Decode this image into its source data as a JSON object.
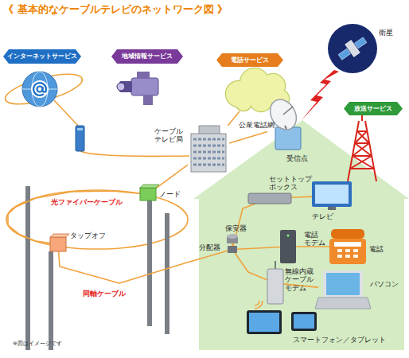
{
  "diagram": {
    "title": "《 基本的なケーブルテレビのネットワーク図 》",
    "nodes": [
      {
        "text": [
          "インターネットサービス"
        ]
      },
      {
        "text": [
          "地域情報サービス"
        ]
      },
      {
        "text": [
          "電話サービス"
        ]
      },
      {
        "text": [
          "衛星"
        ]
      },
      {
        "text": [
          "放送サービス"
        ]
      },
      {
        "text": [
          "公衆電話網"
        ]
      },
      {
        "text": [
          "ケーブル テレビ局"
        ]
      },
      {
        "text": [
          "受信点"
        ]
      },
      {
        "text": [
          "ノード"
        ]
      },
      {
        "text": [
          "タップオフ"
        ]
      },
      {
        "text": [
          "セットトップ ボックス"
        ]
      },
      {
        "text": [
          "テレビ"
        ]
      },
      {
        "text": [
          "保安器"
        ]
      },
      {
        "text": [
          "分配器"
        ]
      },
      {
        "text": [
          "電話 モデム"
        ]
      },
      {
        "text": [
          "電話"
        ]
      },
      {
        "text": [
          "無線内蔵 ケーブル モデム"
        ]
      },
      {
        "text": [
          "パソコン"
        ]
      },
      {
        "text": [
          "スマートフォン／タブレット"
        ]
      }
    ],
    "edges": [
      {
        "from": 5,
        "to": 6,
        "arrow": "none"
      },
      {
        "from": 6,
        "to": 7,
        "arrow": "none"
      },
      {
        "from": 6,
        "to": 8,
        "arrow": "none"
      },
      {
        "from": 8,
        "to": 9,
        "arrow": "none"
      },
      {
        "from": 9,
        "to": 13,
        "arrow": "none"
      },
      {
        "from": 12,
        "to": 13,
        "arrow": "none"
      },
      {
        "from": 13,
        "to": 10,
        "arrow": "none"
      },
      {
        "from": 13,
        "to": 14,
        "arrow": "none"
      },
      {
        "from": 13,
        "to": 16,
        "arrow": "none"
      },
      {
        "from": 10,
        "to": 11,
        "arrow": "none"
      },
      {
        "from": 14,
        "to": 15,
        "arrow": "none"
      },
      {
        "from": 16,
        "to": 17,
        "arrow": "none"
      }
    ],
    "labels": [
      "光ファイバーケーブル",
      "同軸ケーブル",
      "※図はイメージです"
    ]
  }
}
